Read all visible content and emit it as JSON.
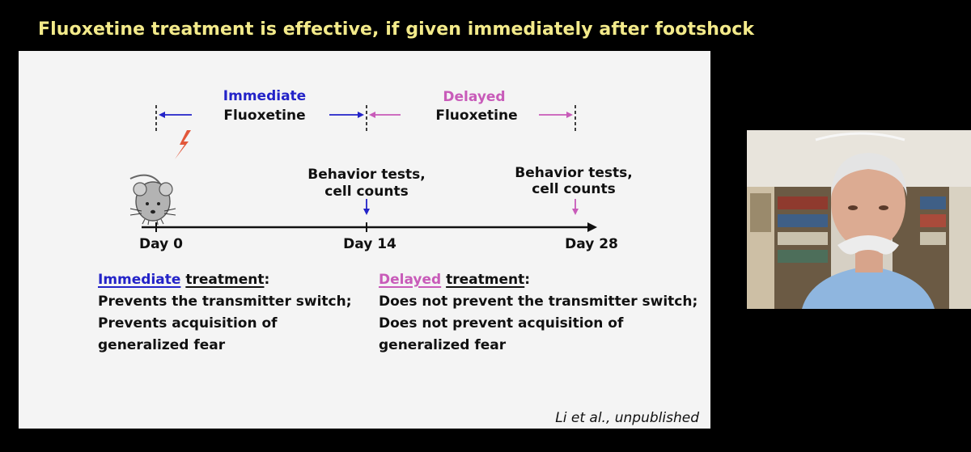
{
  "header": {
    "title": "Fluoxetine treatment is effective, if given immediately after footshock"
  },
  "timeline": {
    "immediate_label": "Immediate",
    "immediate_drug": "Fluoxetine",
    "delayed_label": "Delayed",
    "delayed_drug": "Fluoxetine",
    "tests_day14_line1": "Behavior tests,",
    "tests_day14_line2": "cell counts",
    "tests_day28_line1": "Behavior tests,",
    "tests_day28_line2": "cell counts",
    "day0": "Day 0",
    "day14": "Day 14",
    "day28": "Day 28"
  },
  "immediate_treatment": {
    "label": "Immediate",
    "suffix": "treatment",
    "colon": ":",
    "lines": [
      "Prevents the transmitter switch;",
      "Prevents acquisition of",
      "generalized fear"
    ]
  },
  "delayed_treatment": {
    "label": "Delayed",
    "suffix": "treatment",
    "colon": ":",
    "lines": [
      "Does not prevent the transmitter switch;",
      "Does not prevent acquisition of",
      "generalized fear"
    ]
  },
  "citation": "Li et al., unpublished",
  "colors": {
    "immediate": "#2323c8",
    "delayed": "#c85bb9",
    "title": "#f3ea8a",
    "shock": "#e2573a"
  },
  "icons": [
    "mouse-icon",
    "lightning-bolt-icon",
    "person-video-feed"
  ]
}
